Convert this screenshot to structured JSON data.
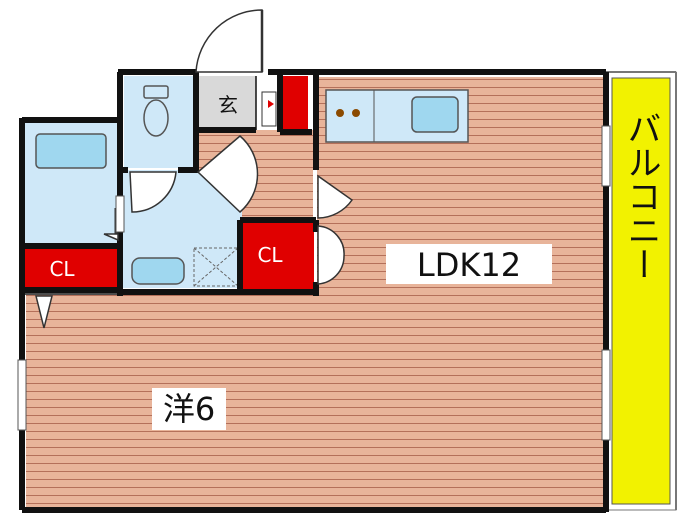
{
  "labels": {
    "entrance": "玄",
    "cl_left": "CL",
    "cl_center": "CL",
    "ldk": "LDK12",
    "western_room": "洋6",
    "balcony": "バルコニー"
  },
  "colors": {
    "wall": "#111111",
    "floor": "#e8b49a",
    "floor_line": "#b4705a",
    "water": "#cfe8f8",
    "fixture": "#9fd7ef",
    "closet": "#e00000",
    "balcony": "#f2f200",
    "entrance": "#d9d9d9"
  }
}
